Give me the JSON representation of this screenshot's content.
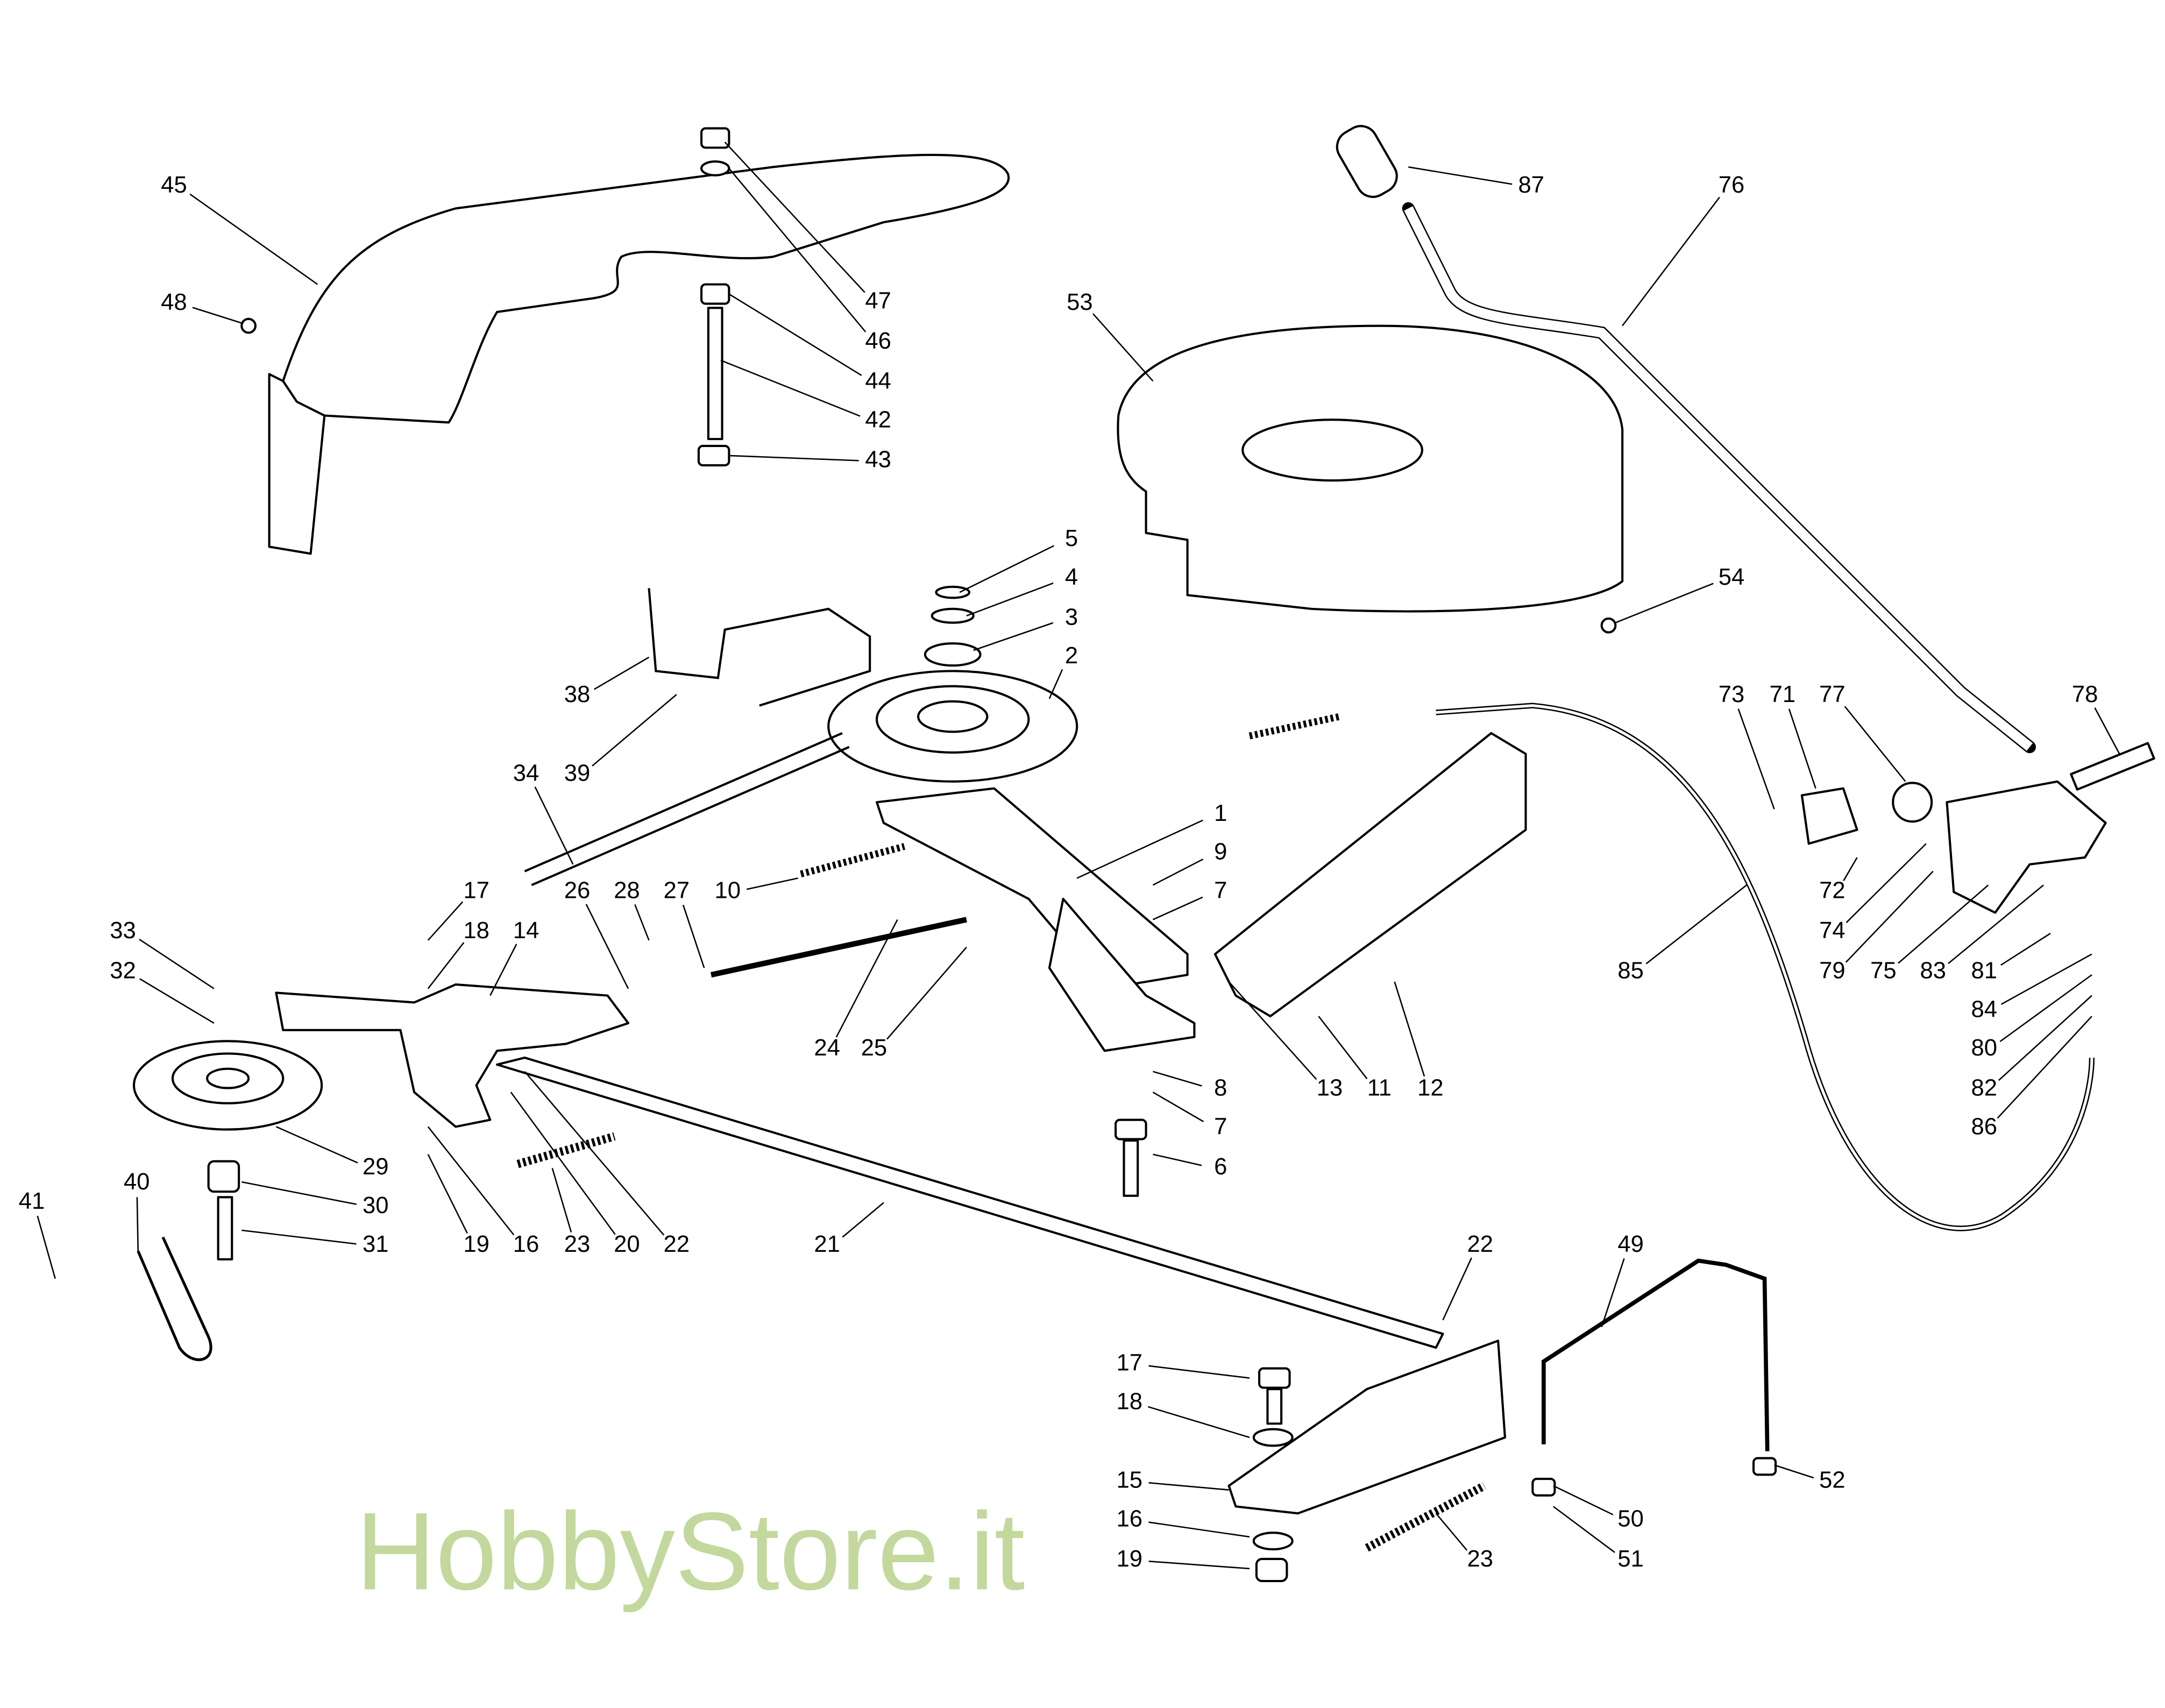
{
  "diagram": {
    "type": "exploded parts diagram",
    "watermark": "HobbyStore.it",
    "labels": [
      "45",
      "48",
      "47",
      "46",
      "44",
      "42",
      "43",
      "87",
      "76",
      "53",
      "5",
      "4",
      "3",
      "2",
      "54",
      "38",
      "39",
      "34",
      "73",
      "71",
      "77",
      "78",
      "1",
      "9",
      "7",
      "17",
      "26",
      "28",
      "27",
      "10",
      "18",
      "14",
      "33",
      "32",
      "85",
      "72",
      "74",
      "79",
      "75",
      "83",
      "81",
      "84",
      "80",
      "82",
      "86",
      "24",
      "25",
      "13",
      "11",
      "12",
      "8",
      "7",
      "6",
      "29",
      "30",
      "31",
      "40",
      "41",
      "19",
      "16",
      "23",
      "20",
      "22",
      "21",
      "22",
      "49",
      "17",
      "18",
      "15",
      "16",
      "19",
      "23",
      "50",
      "51",
      "52"
    ]
  }
}
